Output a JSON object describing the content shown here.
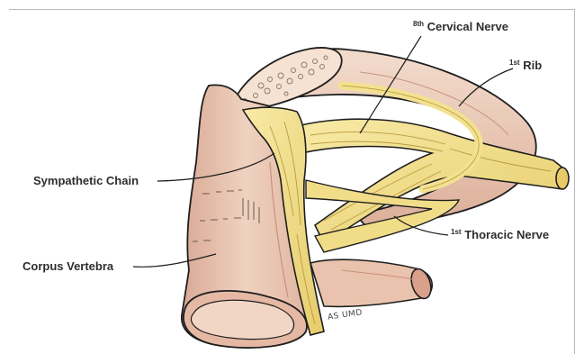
{
  "diagram": {
    "labels": {
      "cervical_nerve": {
        "sup": "8th",
        "text": "Cervical Nerve"
      },
      "first_rib": {
        "sup": "1st",
        "text": "Rib"
      },
      "sympathetic_chain": {
        "text": "Sympathetic Chain"
      },
      "thoracic_nerve": {
        "sup": "1st",
        "text": "Thoracic Nerve"
      },
      "corpus_vertebra": {
        "text": "Corpus Vertebra"
      }
    },
    "signature": "AS UMD",
    "colors": {
      "bone": "#ecc9b3",
      "bone_shadow": "#d8a58e",
      "bone_light": "#f6e0d2",
      "nerve": "#f3e190",
      "nerve_shadow": "#dcc15e",
      "outline": "#1e1e1e"
    }
  }
}
